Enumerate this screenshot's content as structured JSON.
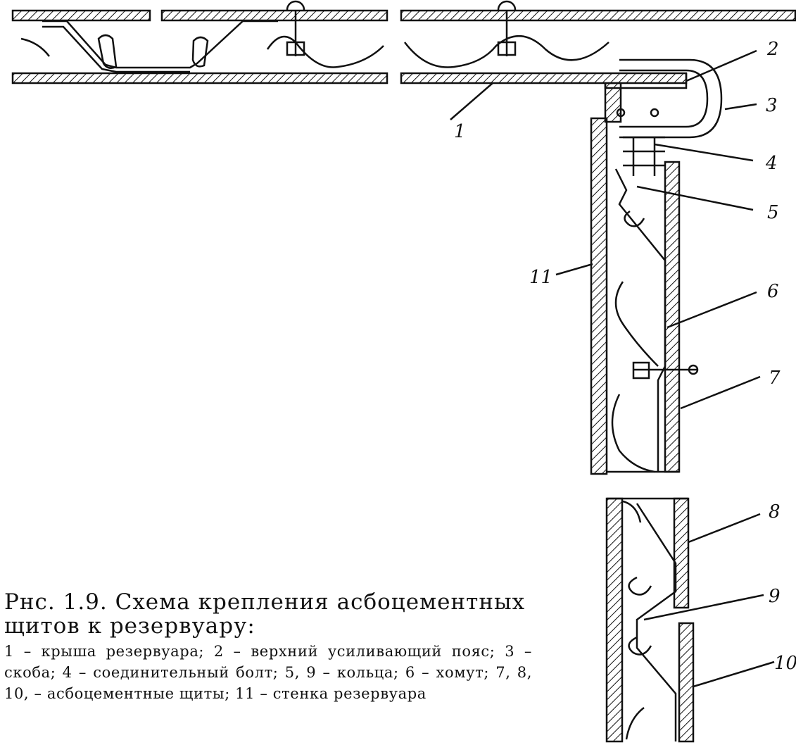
{
  "figure": {
    "caption_title": "Рнс. 1.9. Схема крепления асбоцементных щитов к резервуару:",
    "caption_text": "1 – крыша резервуара; 2 – верхний усиливающий пояс; 3 – скоба; 4 – соединительный болт; 5, 9 – кольца; 6 – хомут; 7, 8, 10, – асбоцементные щиты; 11 – стенка резервуара",
    "labels": {
      "l1": "1",
      "l2": "2",
      "l3": "3",
      "l4": "4",
      "l5": "5",
      "l6": "6",
      "l7": "7",
      "l8": "8",
      "l9": "9",
      "l10": "10",
      "l11": "11"
    }
  }
}
